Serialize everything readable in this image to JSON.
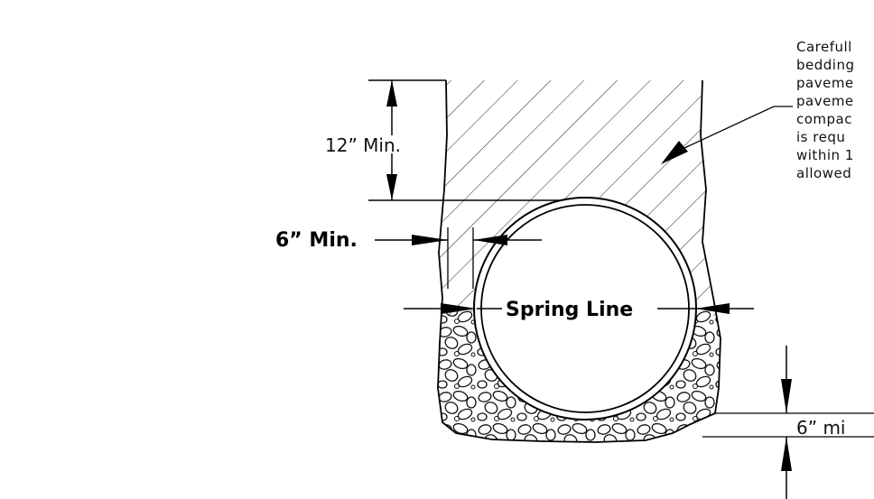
{
  "labels": {
    "cover_depth": "12” Min.",
    "side_clearance": "6” Min.",
    "spring_line": "Spring Line",
    "bedding_depth": "6” mi"
  },
  "note_lines": [
    "Carefull",
    "bedding",
    "paveme",
    "paveme",
    "compac",
    "is requ",
    "within 1",
    "allowed"
  ]
}
